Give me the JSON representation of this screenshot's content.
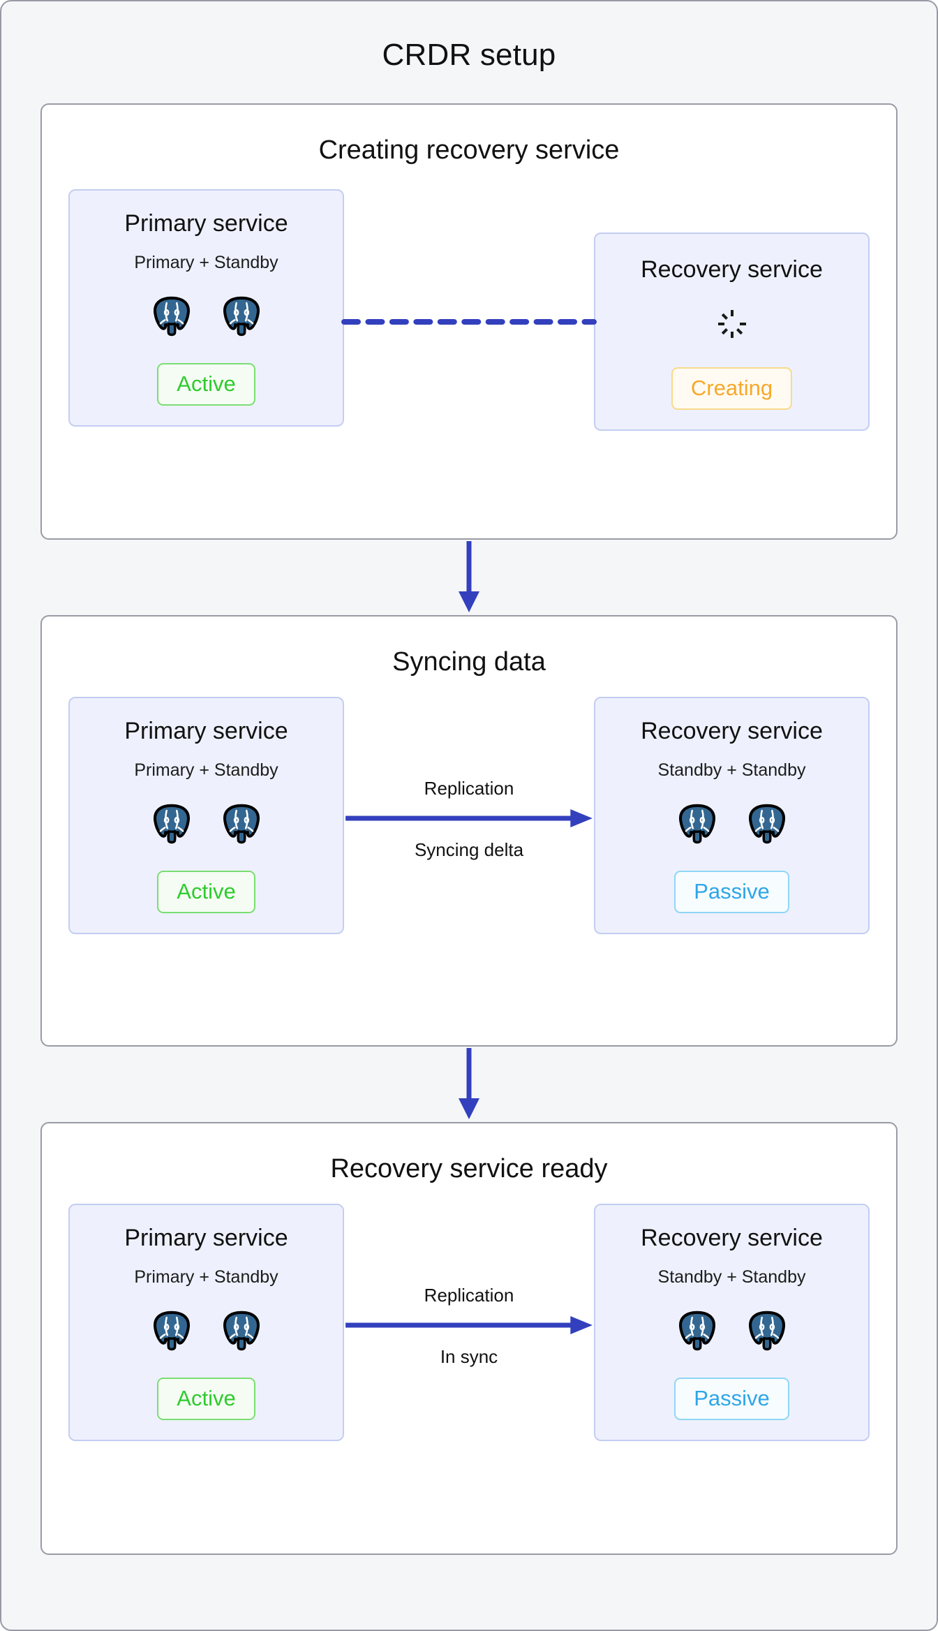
{
  "diagram": {
    "title": "CRDR setup",
    "colors": {
      "page_background": "#f5f6f8",
      "panel_border": "#9a9aa5",
      "card_background": "#eef1fd",
      "card_border": "#c3cdf2",
      "arrow_blue": "#3340bd",
      "status_active": "#2ecb2e",
      "status_creating": "#f7a82a",
      "status_passive": "#2ea6e8",
      "postgres_blue": "#336791"
    }
  },
  "stages": [
    {
      "id": "creating-recovery-service",
      "title": "Creating recovery service",
      "connector": {
        "type": "dashed-line",
        "icon": "dashed-line-icon",
        "labels": []
      },
      "left_card": {
        "title": "Primary service",
        "subtitle": "Primary + Standby",
        "nodes": [
          "postgres-icon",
          "postgres-icon"
        ],
        "badge": "Active",
        "badge_kind": "active"
      },
      "right_card": {
        "title": "Recovery service",
        "subtitle": "",
        "spinner": "spinner-icon",
        "nodes": [],
        "badge": "Creating",
        "badge_kind": "creating"
      }
    },
    {
      "id": "syncing-data",
      "title": "Syncing data",
      "connector": {
        "type": "arrow-right",
        "icon": "arrow-right-icon",
        "label_above": "Replication",
        "label_below": "Syncing delta"
      },
      "left_card": {
        "title": "Primary service",
        "subtitle": "Primary + Standby",
        "nodes": [
          "postgres-icon",
          "postgres-icon"
        ],
        "badge": "Active",
        "badge_kind": "active"
      },
      "right_card": {
        "title": "Recovery service",
        "subtitle": "Standby + Standby",
        "nodes": [
          "postgres-icon",
          "postgres-icon"
        ],
        "badge": "Passive",
        "badge_kind": "passive"
      }
    },
    {
      "id": "recovery-service-ready",
      "title": "Recovery service ready",
      "connector": {
        "type": "arrow-right",
        "icon": "arrow-right-icon",
        "label_above": "Replication",
        "label_below": "In sync"
      },
      "left_card": {
        "title": "Primary service",
        "subtitle": "Primary + Standby",
        "nodes": [
          "postgres-icon",
          "postgres-icon"
        ],
        "badge": "Active",
        "badge_kind": "active"
      },
      "right_card": {
        "title": "Recovery service",
        "subtitle": "Standby + Standby",
        "nodes": [
          "postgres-icon",
          "postgres-icon"
        ],
        "badge": "Passive",
        "badge_kind": "passive"
      }
    }
  ],
  "stage_transitions": [
    {
      "icon": "arrow-down-icon",
      "from": "creating-recovery-service",
      "to": "syncing-data"
    },
    {
      "icon": "arrow-down-icon",
      "from": "syncing-data",
      "to": "recovery-service-ready"
    }
  ]
}
